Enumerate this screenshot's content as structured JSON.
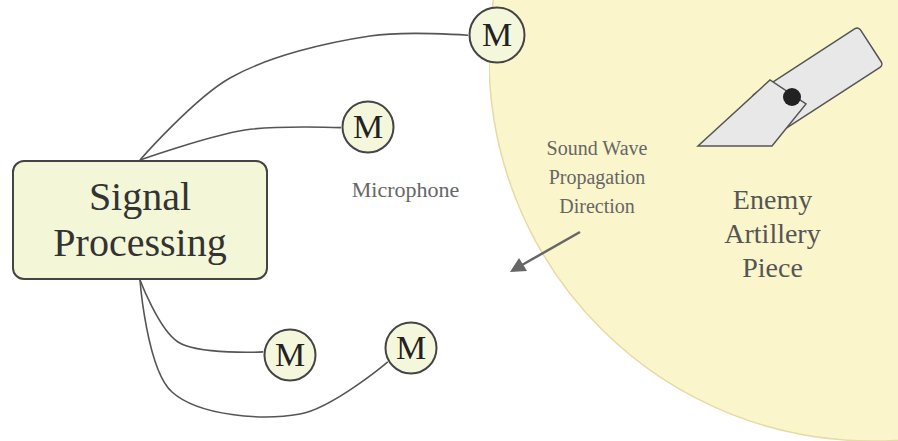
{
  "diagram": {
    "nodes": [
      {
        "text": [
          "Signal Processing"
        ]
      },
      {
        "text": [
          "M"
        ]
      },
      {
        "text": [
          "M"
        ]
      },
      {
        "text": [
          "M"
        ]
      },
      {
        "text": [
          "M"
        ]
      },
      {
        "text": [
          "Enemy Artillery Piece"
        ]
      }
    ],
    "edges": [
      {
        "from": 0,
        "to": 1,
        "arrow": "none"
      },
      {
        "from": 0,
        "to": 2,
        "arrow": "none"
      },
      {
        "from": 0,
        "to": 3,
        "arrow": "none"
      },
      {
        "from": 0,
        "to": 4,
        "arrow": "none"
      }
    ],
    "labels": [
      "Microphone",
      "Sound Wave Propagation Direction"
    ]
  }
}
